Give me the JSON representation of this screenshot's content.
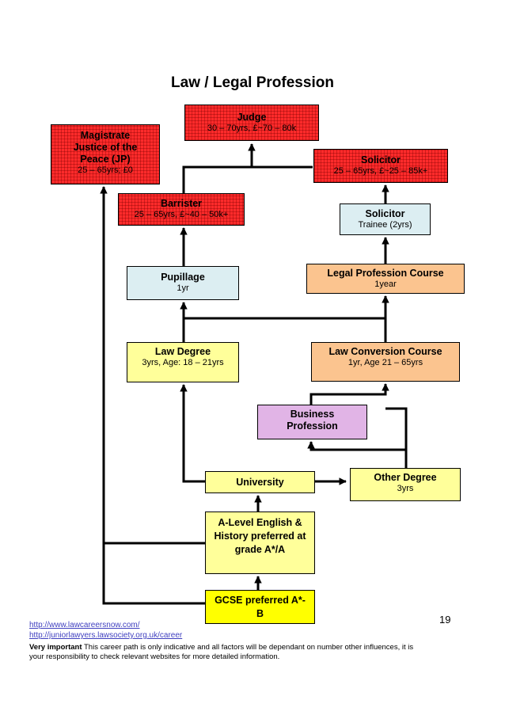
{
  "title": "Law / Legal Profession",
  "nodes": {
    "judge": {
      "title": "Judge",
      "sub": "30 – 70yrs, £~70 – 80k"
    },
    "magistrate": {
      "title": "Magistrate Justice of the Peace (JP)",
      "sub": "25 – 65yrs; £0"
    },
    "solicitor": {
      "title": "Solicitor",
      "sub": "25 – 65yrs, £~25 – 85k+"
    },
    "barrister": {
      "title": "Barrister",
      "sub": "25 – 65yrs, £~40 – 50k+"
    },
    "solicitor_trainee": {
      "title": "Solicitor",
      "sub": "Trainee (2yrs)"
    },
    "pupillage": {
      "title": "Pupillage",
      "sub": "1yr"
    },
    "lpc": {
      "title": "Legal Profession Course",
      "sub": "1year"
    },
    "law_degree": {
      "title": "Law Degree",
      "sub": "3yrs, Age: 18 – 21yrs"
    },
    "conversion": {
      "title": "Law Conversion Course",
      "sub": "1yr, Age 21 – 65yrs"
    },
    "business": {
      "title": "Business Profession"
    },
    "university": {
      "title": "University"
    },
    "other_degree": {
      "title": "Other Degree",
      "sub": "3yrs"
    },
    "alevel": {
      "title": "A-Level English & History preferred at grade A*/A"
    },
    "gcse": {
      "title": "GCSE preferred A*-B"
    }
  },
  "links": [
    "http://www.lawcareersnow.com/",
    "http://juniorlawyers.lawsociety.org.uk/career"
  ],
  "note": {
    "strong": "Very important",
    "text": " This career path is only indicative and all factors will be dependant on number other influences, it is your responsibility to check relevant websites for more detailed information."
  },
  "page_number": "19",
  "colors": {
    "senior_roles": "#ff2b2b",
    "trainee_roles": "#dceef2",
    "courses": "#fbc48f",
    "education": "#ffff9a",
    "business": "#e1b4e6",
    "gcse": "#ffff00"
  }
}
